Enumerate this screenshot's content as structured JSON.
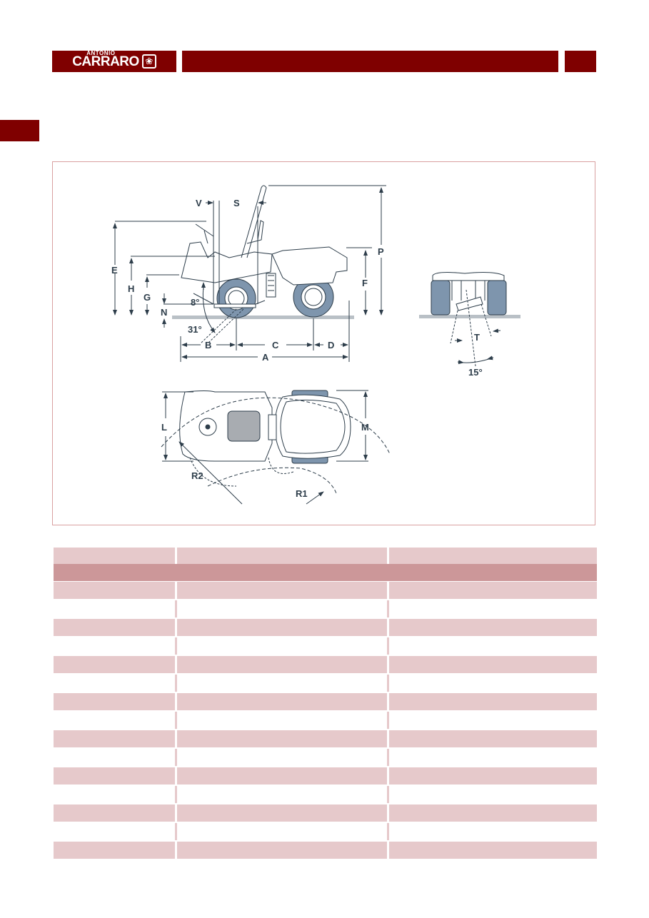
{
  "header": {
    "brand_top": "ANTONIO",
    "brand_main": "CARRARO",
    "brand_emblem": "emblem-icon",
    "brand_color": "#7f0000"
  },
  "figure": {
    "side_view_labels": {
      "V": "V",
      "S": "S",
      "E": "E",
      "H": "H",
      "G": "G",
      "N": "N",
      "P": "P",
      "F": "F",
      "A": "A",
      "B": "B",
      "C": "C",
      "D": "D",
      "angle_8": "8°",
      "angle_31": "31°"
    },
    "rear_view_labels": {
      "T": "T",
      "angle_15": "15°"
    },
    "top_view_labels": {
      "L": "L",
      "M": "M",
      "R1": "R1",
      "R2": "R2"
    },
    "line_color": "#2d3d4a",
    "tyre_color": "#7e95ad",
    "ground_color": "#b9c0c6",
    "border_color": "#d9a0a0"
  },
  "table": {
    "columns": [
      "",
      "",
      ""
    ],
    "header_row": [
      "",
      "",
      ""
    ],
    "section_row": [
      "",
      ""
    ],
    "rows": [
      [
        "",
        "",
        ""
      ],
      [
        "",
        "",
        ""
      ],
      [
        "",
        "",
        ""
      ],
      [
        "",
        "",
        ""
      ],
      [
        "",
        "",
        ""
      ],
      [
        "",
        "",
        ""
      ],
      [
        "",
        "",
        ""
      ],
      [
        "",
        "",
        ""
      ],
      [
        "",
        "",
        ""
      ],
      [
        "",
        "",
        ""
      ],
      [
        "",
        "",
        ""
      ],
      [
        "",
        "",
        ""
      ],
      [
        "",
        "",
        ""
      ],
      [
        "",
        "",
        ""
      ],
      [
        "",
        "",
        ""
      ]
    ],
    "light_color": "#e6c9cb",
    "dark_color": "#cc9799"
  }
}
